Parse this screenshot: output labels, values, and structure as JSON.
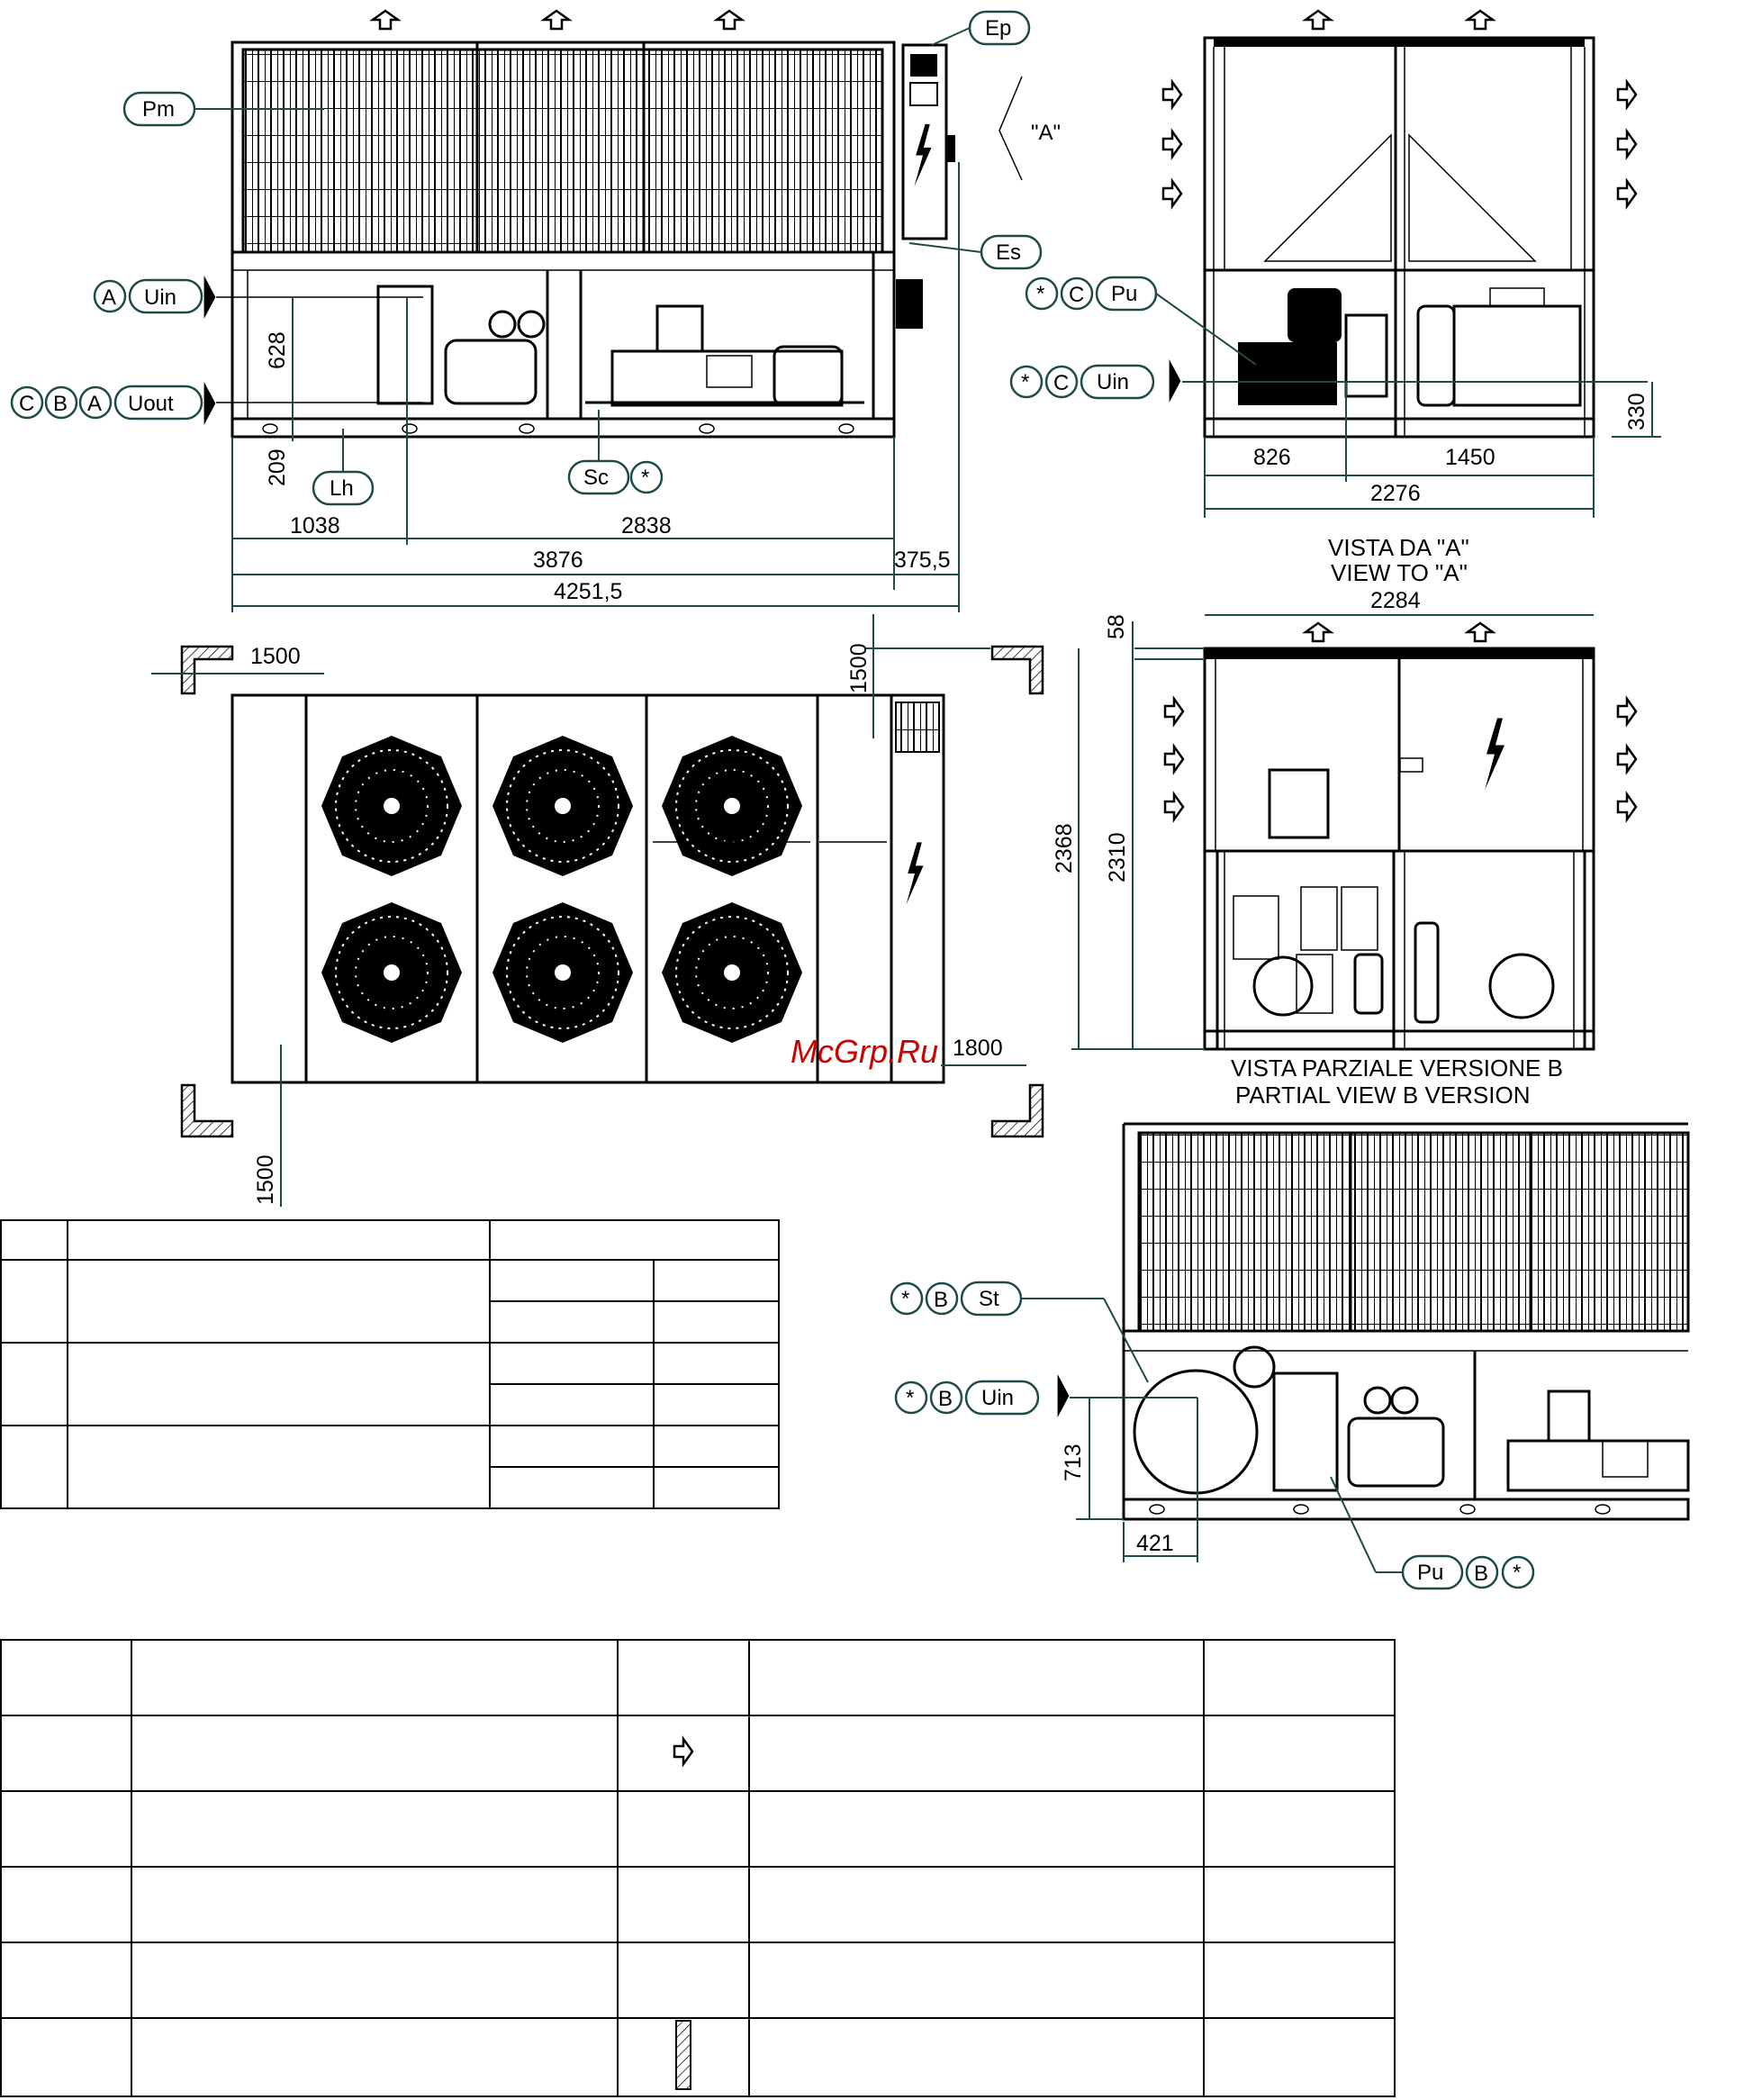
{
  "callouts": {
    "pm": "Pm",
    "ep": "Ep",
    "es": "Es",
    "uin": "Uin",
    "uout": "Uout",
    "lh": "Lh",
    "sc": "Sc",
    "star": "*",
    "a": "A",
    "b": "B",
    "c": "C",
    "pu": "Pu",
    "st": "St",
    "view_a": "\"A\""
  },
  "dims": {
    "d628": "628",
    "d209": "209",
    "d1038": "1038",
    "d2838": "2838",
    "d3876": "3876",
    "d375": "375,5",
    "d4251": "4251,5",
    "d826": "826",
    "d1450": "1450",
    "d2276": "2276",
    "d330": "330",
    "d2284": "2284",
    "d58": "58",
    "d2368": "2368",
    "d2310": "2310",
    "d1500a": "1500",
    "d1500b": "1500",
    "d1500c": "1500",
    "d1800": "1800",
    "d713": "713",
    "d421": "421"
  },
  "titles": {
    "vista_a_it": "VISTA DA \"A\"",
    "vista_a_en": "VIEW TO \"A\"",
    "partial_it": "VISTA PARZIALE VERSIONE B",
    "partial_en": "PARTIAL VIEW B VERSION"
  },
  "watermark": "McGrp.Ru",
  "icons": [
    "airflow-arrow-icon",
    "electrical-hazard-icon",
    "water-connection-icon",
    "hatched-clearance-icon"
  ]
}
